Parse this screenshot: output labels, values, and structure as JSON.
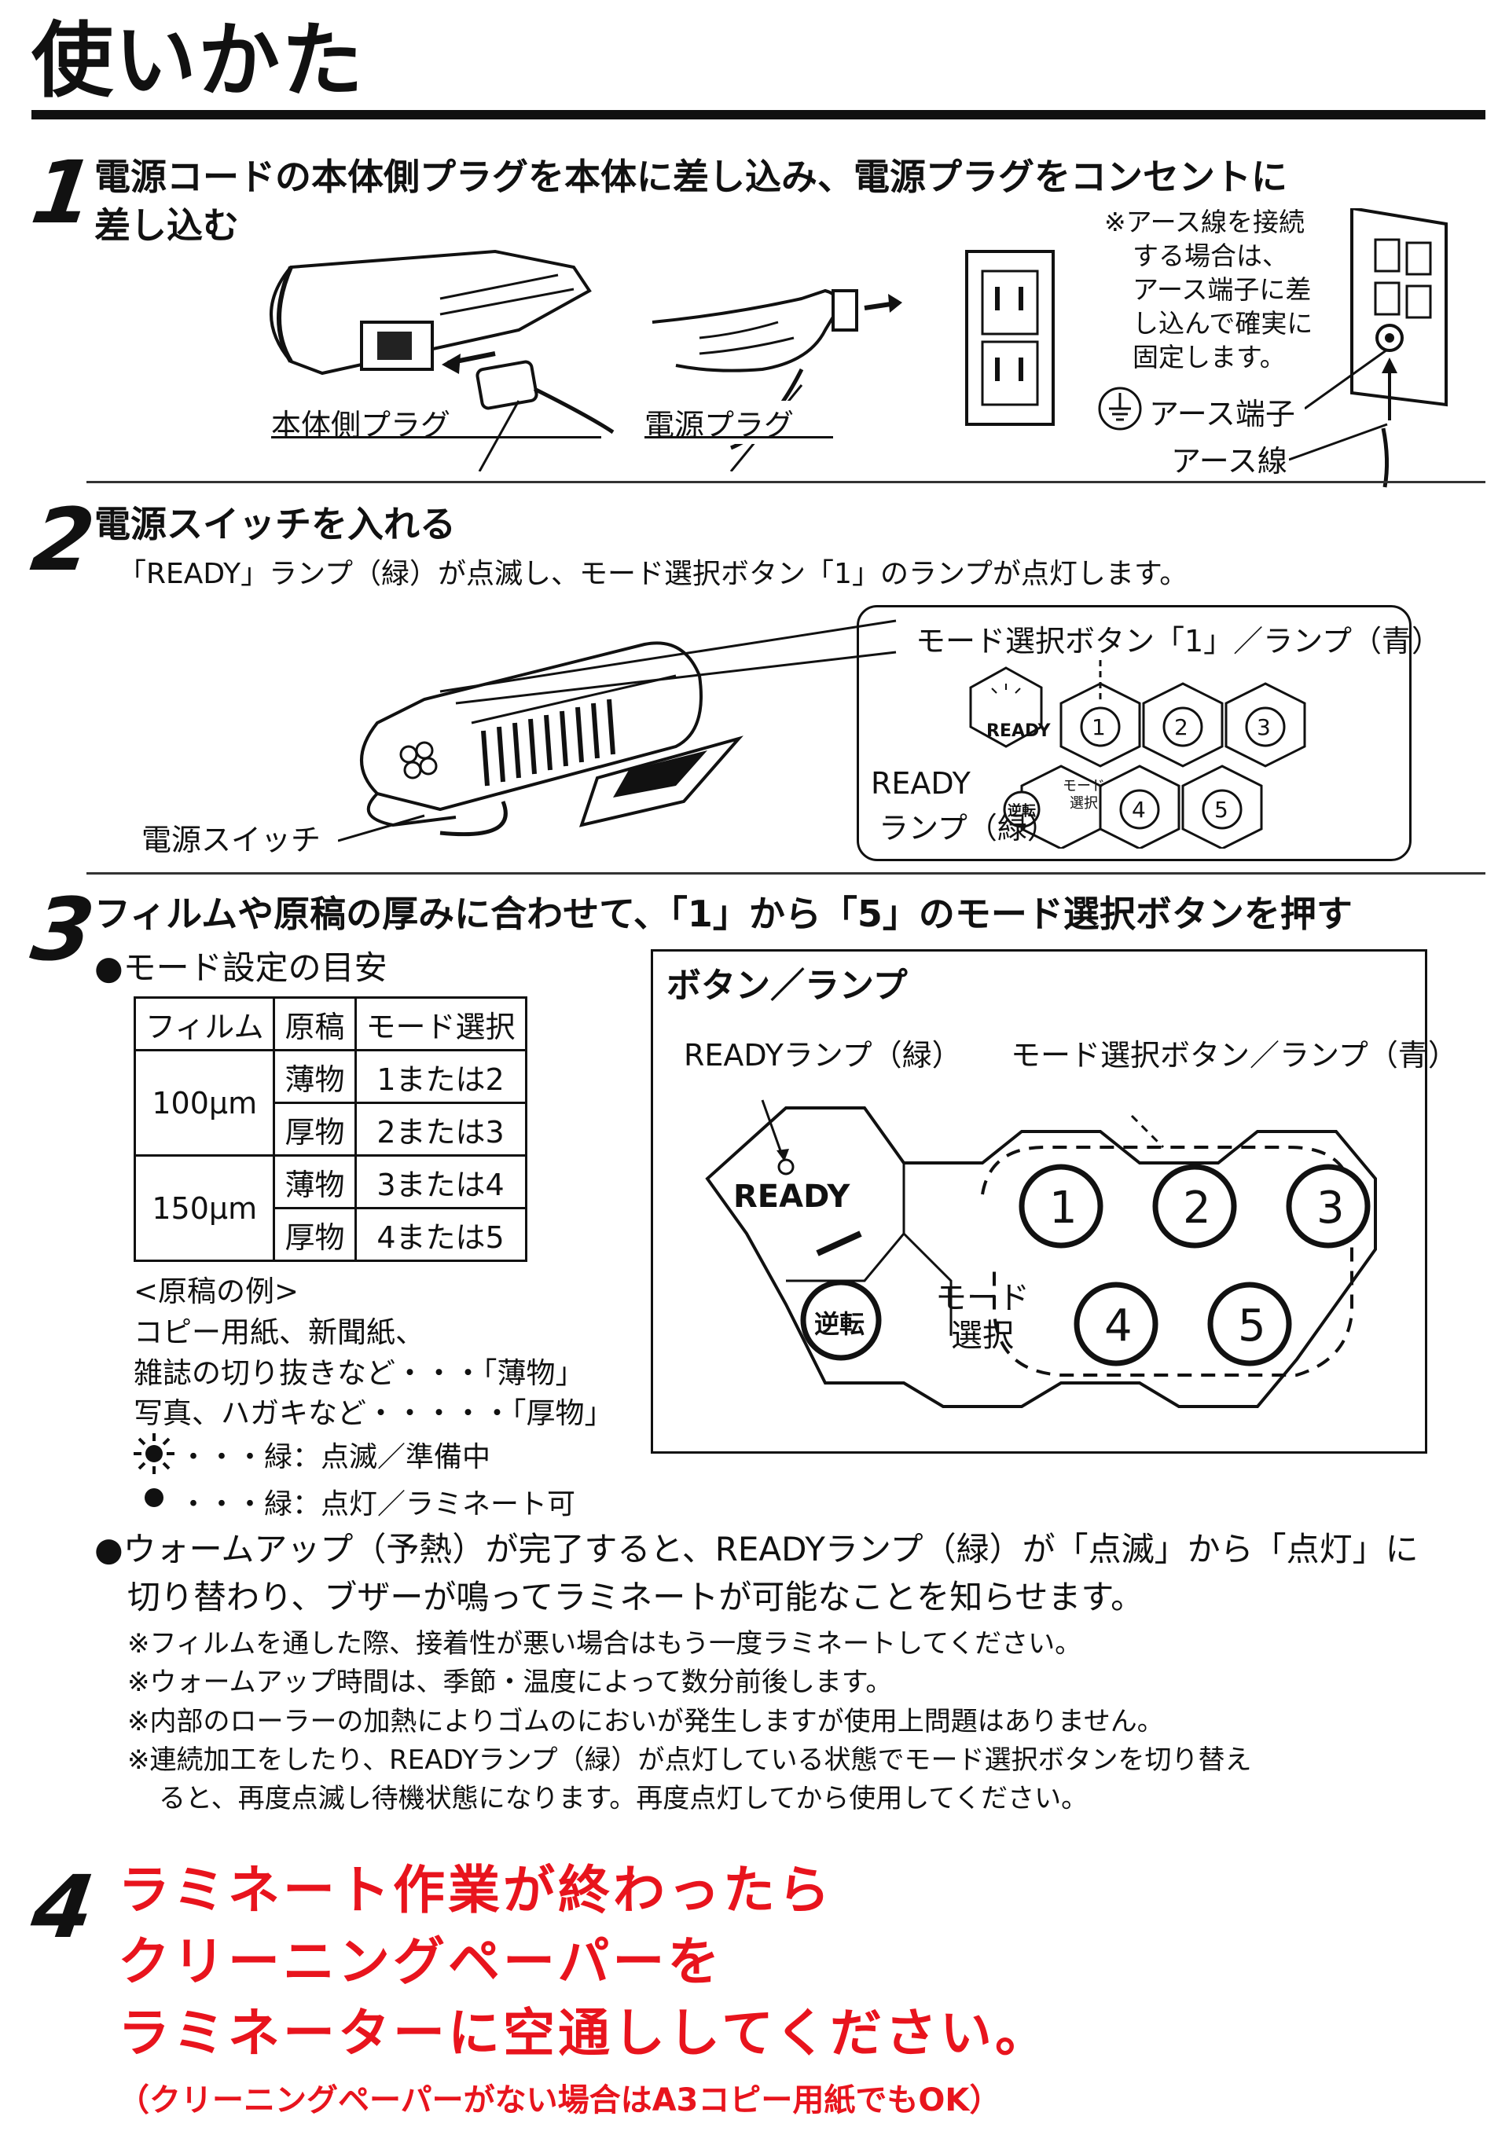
{
  "title": "使いかた",
  "step1": {
    "num": "1",
    "heading_line1": "電源コードの本体側プラグを本体に差し込み、電源プラグをコンセントに",
    "heading_line2": "差し込む",
    "label_body_plug": "本体側プラグ",
    "label_power_plug": "電源プラグ",
    "earth_note": [
      "※アース線を接続",
      "する場合は、",
      "アース端子に差",
      "し込んで確実に",
      "固定します。"
    ],
    "label_earth_terminal": "アース端子",
    "label_earth_wire": "アース線"
  },
  "step2": {
    "num": "2",
    "heading": "電源スイッチを入れる",
    "desc": "「READY」ランプ（緑）が点滅し、モード選択ボタン「1」のランプが点灯します。",
    "label_mode_button": "モード選択ボタン「1」／ランプ（青）",
    "label_ready_lamp_1": "READY",
    "label_ready_lamp_2": "ランプ（緑）",
    "label_power_switch": "電源スイッチ",
    "panel_ready": "READY",
    "panel_reverse": "逆転",
    "panel_mode_1": "モード",
    "panel_mode_2": "選択",
    "buttons": [
      "1",
      "2",
      "3",
      "4",
      "5"
    ]
  },
  "step3": {
    "num": "3",
    "heading": "フィルムや原稿の厚みに合わせて、「1」から「5」のモード選択ボタンを押す",
    "subhead": "●モード設定の目安",
    "table": {
      "headers": [
        "フィルム",
        "原稿",
        "モード選択"
      ],
      "groups": [
        {
          "film": "100μm",
          "rows": [
            [
              "薄物",
              "1または2"
            ],
            [
              "厚物",
              "2または3"
            ]
          ]
        },
        {
          "film": "150μm",
          "rows": [
            [
              "薄物",
              "3または4"
            ],
            [
              "厚物",
              "4または5"
            ]
          ]
        }
      ]
    },
    "examples_title": "<原稿の例>",
    "examples": [
      "コピー用紙、新聞紙、",
      "雑誌の切り抜きなど・・・「薄物」",
      "写真、ハガキなど・・・・・「厚物」"
    ],
    "legend_blink": "・・・緑：点滅／準備中",
    "legend_on": "・・・緑：点灯／ラミネート可",
    "panel_box_title": "ボタン／ランプ",
    "panel_label_ready": "READYランプ（緑）",
    "panel_label_mode": "モード選択ボタン／ランプ（青）",
    "panel_ready": "READY",
    "panel_reverse": "逆転",
    "panel_mode_1": "モード",
    "panel_mode_2": "選択",
    "buttons": [
      "1",
      "2",
      "3",
      "4",
      "5"
    ],
    "warmup_line1": "●ウォームアップ（予熱）が完了すると、READYランプ（緑）が「点滅」から「点灯」に",
    "warmup_line2": "切り替わり、ブザーが鳴ってラミネートが可能なことを知らせます。",
    "notes": [
      "※フィルムを通した際、接着性が悪い場合はもう一度ラミネートしてください。",
      "※ウォームアップ時間は、季節・温度によって数分前後します。",
      "※内部のローラーの加熱によりゴムのにおいが発生しますが使用上問題はありません。",
      "※連続加工をしたり、READYランプ（緑）が点灯している状態でモード選択ボタンを切り替え",
      "ると、再度点滅し待機状態になります。再度点灯してから使用してください。"
    ]
  },
  "step4": {
    "num": "4",
    "line1": "ラミネート作業が終わったら",
    "line2": "クリーニングペーパーを",
    "line3": "ラミネーターに空通ししてください。",
    "line4": "（クリーニングペーパーがない場合はA3コピー用紙でもOK）",
    "color": "#e8141d"
  }
}
